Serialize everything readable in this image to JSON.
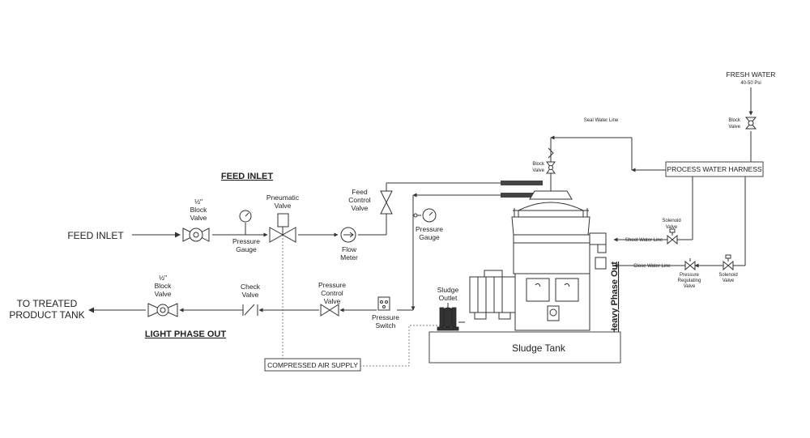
{
  "labels": {
    "fresh_water": "FRESH WATER",
    "fresh_water_psi": "40-50 Psi",
    "block_valve_top_1": "Block",
    "block_valve_top_2": "Valve",
    "seal_water_line": "Seal Water Line",
    "block_valve_seal_1": "Block",
    "block_valve_seal_2": "Valve",
    "process_water_harness": "PROCESS WATER HARNESS",
    "feed_inlet_heading": "FEED INLET",
    "feed_inlet_line": "FEED INLET",
    "block_valve_feed_1": "½\"",
    "block_valve_feed_2": "Block",
    "block_valve_feed_3": "Valve",
    "pressure_gauge_1a": "Pressure",
    "pressure_gauge_1b": "Gauge",
    "pneumatic_valve_1": "Pneumatic",
    "pneumatic_valve_2": "Valve",
    "feed_control_1": "Feed",
    "feed_control_2": "Control",
    "feed_control_3": "Valve",
    "flow_meter_1": "Flow",
    "flow_meter_2": "Meter",
    "pressure_gauge_2a": "Pressure",
    "pressure_gauge_2b": "Gauge",
    "solenoid_valve_top_1": "Solenoid",
    "solenoid_valve_top_2": "Valve",
    "shoot_water_line": "Shoot Water Line",
    "close_water_line": "Close Water Line",
    "pressure_reg_1": "Pressure",
    "pressure_reg_2": "Regulating",
    "pressure_reg_3": "Valve",
    "solenoid_valve_bot_1": "Solenoid",
    "solenoid_valve_bot_2": "Valve",
    "heavy_phase_out": "Heavy Phase Out",
    "to_treated_1": "TO TREATED",
    "to_treated_2": "PRODUCT TANK",
    "block_valve_light_1": "½\"",
    "block_valve_light_2": "Block",
    "block_valve_light_3": "Valve",
    "check_valve_1": "Check",
    "check_valve_2": "Valve",
    "pressure_control_1": "Pressure",
    "pressure_control_2": "Control",
    "pressure_control_3": "Valve",
    "pressure_switch_1": "Pressure",
    "pressure_switch_2": "Switch",
    "sludge_outlet_1": "Sludge",
    "sludge_outlet_2": "Outlet",
    "light_phase_out": "LIGHT PHASE OUT",
    "compressed_air": "COMPRESSED AIR SUPPLY",
    "sludge_tank": "Sludge Tank"
  },
  "colors": {
    "line": "#333333",
    "background": "#ffffff"
  }
}
